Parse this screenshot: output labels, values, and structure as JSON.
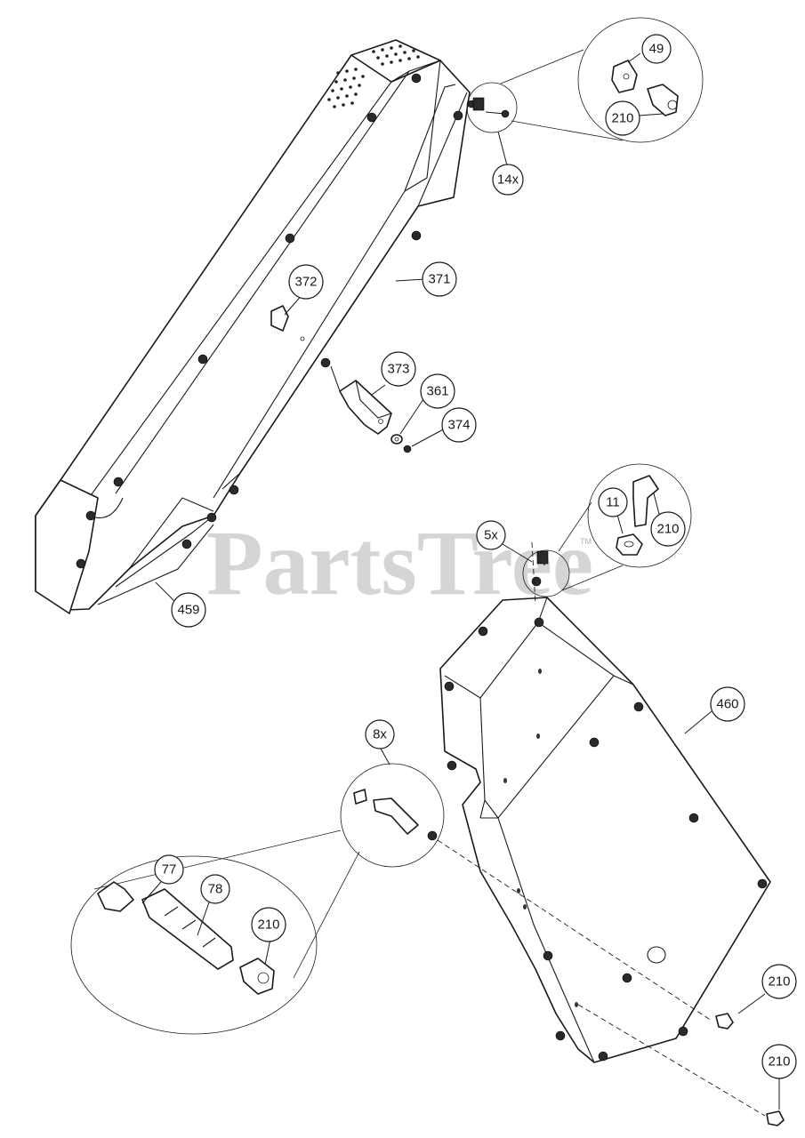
{
  "watermark": {
    "text": "PartsTree",
    "trademark": "TM"
  },
  "callouts": {
    "c49": "49",
    "c210_top": "210",
    "c14x": "14x",
    "c372": "372",
    "c371": "371",
    "c373": "373",
    "c361": "361",
    "c374": "374",
    "c459": "459",
    "c11": "11",
    "c210_mid": "210",
    "c5x": "5x",
    "c460": "460",
    "c8x": "8x",
    "c77": "77",
    "c78": "78",
    "c210_detail": "210",
    "c210_right1": "210",
    "c210_right2": "210"
  },
  "colors": {
    "line": "#1a1a1a",
    "watermark": "#c8c8c8",
    "background": "#ffffff"
  }
}
